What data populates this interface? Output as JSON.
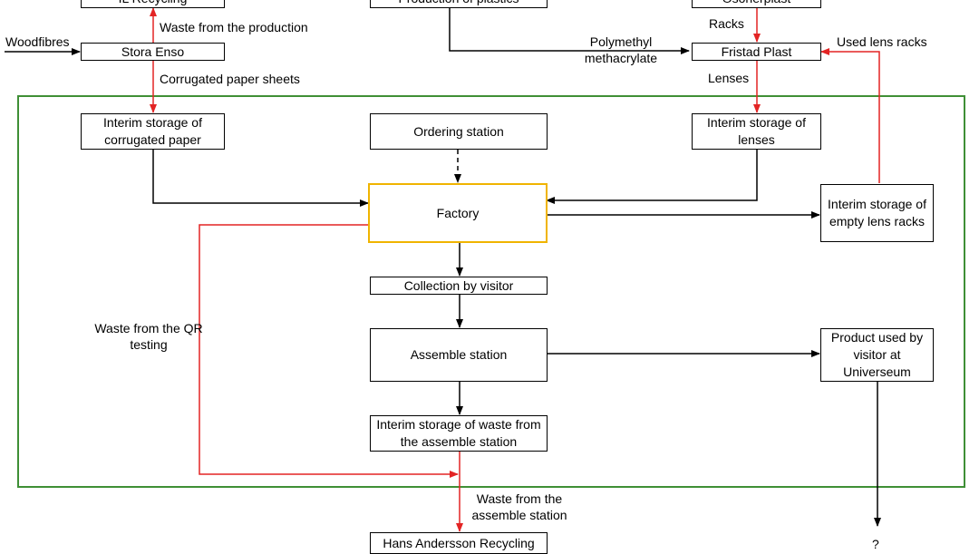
{
  "nodes": {
    "il_recycling": "IL Recycling",
    "production_plastics": "Production of plastics",
    "osonerplast": "Osonerplast",
    "stora_enso": "Stora Enso",
    "fristad_plast": "Fristad Plast",
    "interim_corrugated": "Interim storage of corrugated paper",
    "ordering_station": "Ordering station",
    "interim_lenses": "Interim storage of lenses",
    "factory": "Factory",
    "interim_empty_racks": "Interim storage of empty lens racks",
    "collection_visitor": "Collection by visitor",
    "assemble_station": "Assemble station",
    "product_used": "Product used by visitor at Universeum",
    "interim_waste_assemble": "Interim storage of waste from the assemble station",
    "hans_andersson": "Hans Andersson Recycling",
    "end_symbol": "?"
  },
  "edge_labels": {
    "woodfibres": "Woodfibres",
    "waste_production": "Waste from the production",
    "corrugated_sheets": "Corrugated paper sheets",
    "racks": "Racks",
    "polymethyl": "Polymethyl methacrylate",
    "lenses": "Lenses",
    "used_lens_racks": "Used lens racks",
    "waste_qr": "Waste from the QR testing",
    "waste_assemble": "Waste from the assemble station"
  },
  "colors": {
    "frame": "#3f8f36",
    "waste_arrow": "#e32424",
    "factory_border": "#f0b400",
    "arrow": "#000000"
  }
}
